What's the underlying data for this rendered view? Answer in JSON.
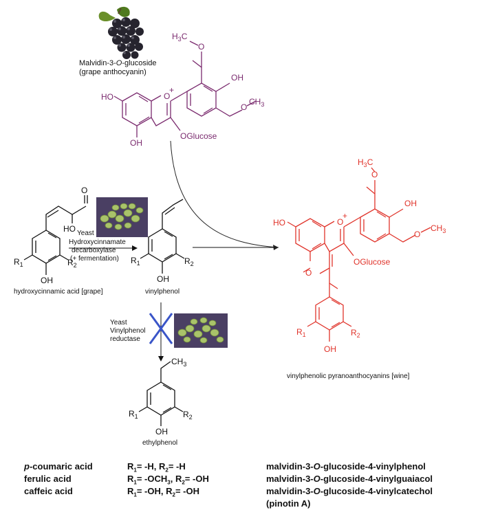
{
  "labels": {
    "malvidin_name": "Malvidin-3-",
    "malvidin_name_italic": "O",
    "malvidin_name_tail": "-glucoside",
    "malvidin_sub": "(grape anthocyanin)",
    "yeast1": "Yeast",
    "enzyme1_l1": "Hydroxycinnamate",
    "enzyme1_l2": "decarboxylase",
    "enzyme1_l3": "(+ fermentation)",
    "hydroxycinnamic": "hydroxycinnamic acid [grape]",
    "vinylphenol": "vinylphenol",
    "yeast2": "Yeast",
    "enzyme2_l1": "Vinylphenol",
    "enzyme2_l2": "reductase",
    "ethylphenol": "ethylphenol",
    "pyrano": "vinylphenolic pyranoanthocyanins [wine]"
  },
  "atoms": {
    "HO": "HO",
    "OH": "OH",
    "O": "O",
    "plus": "+",
    "H3C": "H",
    "C3": "C",
    "OCH": "O",
    "CH3": "CH",
    "OGlucose": "OGlucose",
    "R": "R",
    "sub1": "1",
    "sub2": "2",
    "sub3": "3"
  },
  "legend_left": [
    {
      "name_italic": "p",
      "name": "-coumaric acid",
      "r1": "R",
      "r1sub": "1",
      "r1val": "= -H, R",
      "r2sub": "2",
      "r2val": "= -H"
    },
    {
      "name_italic": "",
      "name": "ferulic acid",
      "r1": "R",
      "r1sub": "1",
      "r1val": "= -OCH",
      "r1val2sub": "3",
      "r1val2": ", R",
      "r2sub": "2",
      "r2val": "= -OH"
    },
    {
      "name_italic": "",
      "name": "caffeic acid",
      "r1": "R",
      "r1sub": "1",
      "r1val": "= -OH, R",
      "r2sub": "2",
      "r2val": "= -OH"
    }
  ],
  "legend_right": [
    {
      "pre": "malvidin-3-",
      "italic": "O",
      "post": "-glucoside-4-vinylphenol"
    },
    {
      "pre": "malvidin-3-",
      "italic": "O",
      "post": "-glucoside-4-vinylguaiacol"
    },
    {
      "pre": "malvidin-3-",
      "italic": "O",
      "post": "-glucoside-4-vinylcatechol"
    },
    {
      "pre": "(pinotin A)",
      "italic": "",
      "post": ""
    }
  ],
  "colors": {
    "malvidin": "#7a2a6e",
    "product": "#e0332a",
    "blocked_x": "#3a55c8"
  },
  "icons": [
    "grape-bunch-icon",
    "yeast-cells-icon"
  ]
}
